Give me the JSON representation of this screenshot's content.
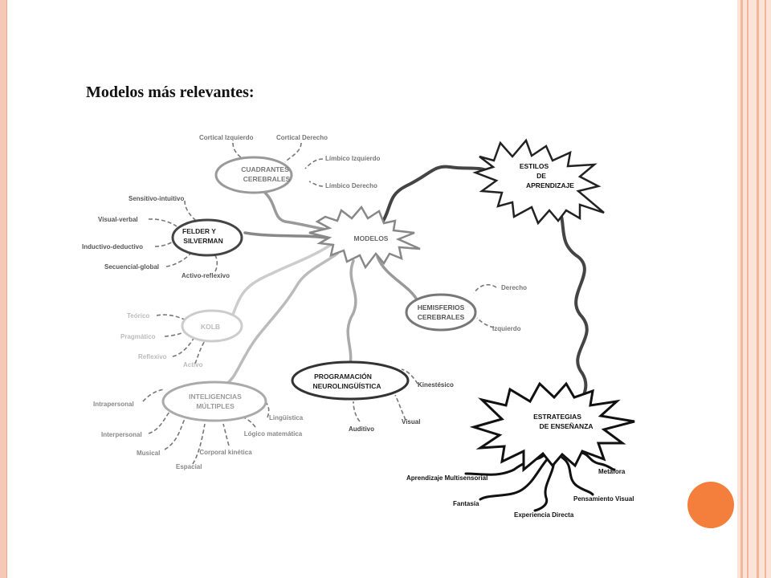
{
  "slide": {
    "title": "Modelos más  relevantes:"
  },
  "diagram": {
    "center": "MODELOS",
    "estilos": [
      "ESTILOS",
      "DE",
      "APRENDIZAJE"
    ],
    "estrategias": [
      "ESTRATEGIAS",
      "DE ENSEÑANZA"
    ],
    "cuadrantes": {
      "name": [
        "CUADRANTES",
        "CEREBRALES"
      ],
      "items": [
        "Cortical Izquierdo",
        "Cortical Derecho",
        "Límbico Izquierdo",
        "Límbico Derecho"
      ]
    },
    "felder": {
      "name": [
        "FELDER Y",
        "SILVERMAN"
      ],
      "items": [
        "Sensitivo-intuitivo",
        "Visual-verbal",
        "Inductivo-deductivo",
        "Secuencial-global",
        "Activo-reflexivo"
      ]
    },
    "kolb": {
      "name": [
        "KOLB"
      ],
      "items": [
        "Teórico",
        "Pragmático",
        "Reflexivo",
        "Activo"
      ]
    },
    "hemisferios": {
      "name": [
        "HEMISFERIOS",
        "CEREBRALES"
      ],
      "items": [
        "Derecho",
        "Izquierdo"
      ]
    },
    "pnl": {
      "name": [
        "PROGRAMACIÓN",
        "NEUROLINGÜÍSTICA"
      ],
      "items": [
        "Kinestésico",
        "Visual",
        "Auditivo"
      ]
    },
    "inteligencias": {
      "name": [
        "INTELIGENCIAS",
        "MÚLTIPLES"
      ],
      "items": [
        "Intrapersonal",
        "Interpersonal",
        "Musical",
        "Espacial",
        "Corporal kinética",
        "Lógico matemática",
        "Lingüística"
      ]
    },
    "estrategias_items": [
      "Aprendizaje Multisensorial",
      "Fantasía",
      "Experiencia Directa",
      "Pensamiento Visual",
      "Metáfora"
    ]
  },
  "colors": {
    "accent_circle": "#f47f3c",
    "frame": "#f6c9b6",
    "frame_stripe": "#f4b59d"
  }
}
